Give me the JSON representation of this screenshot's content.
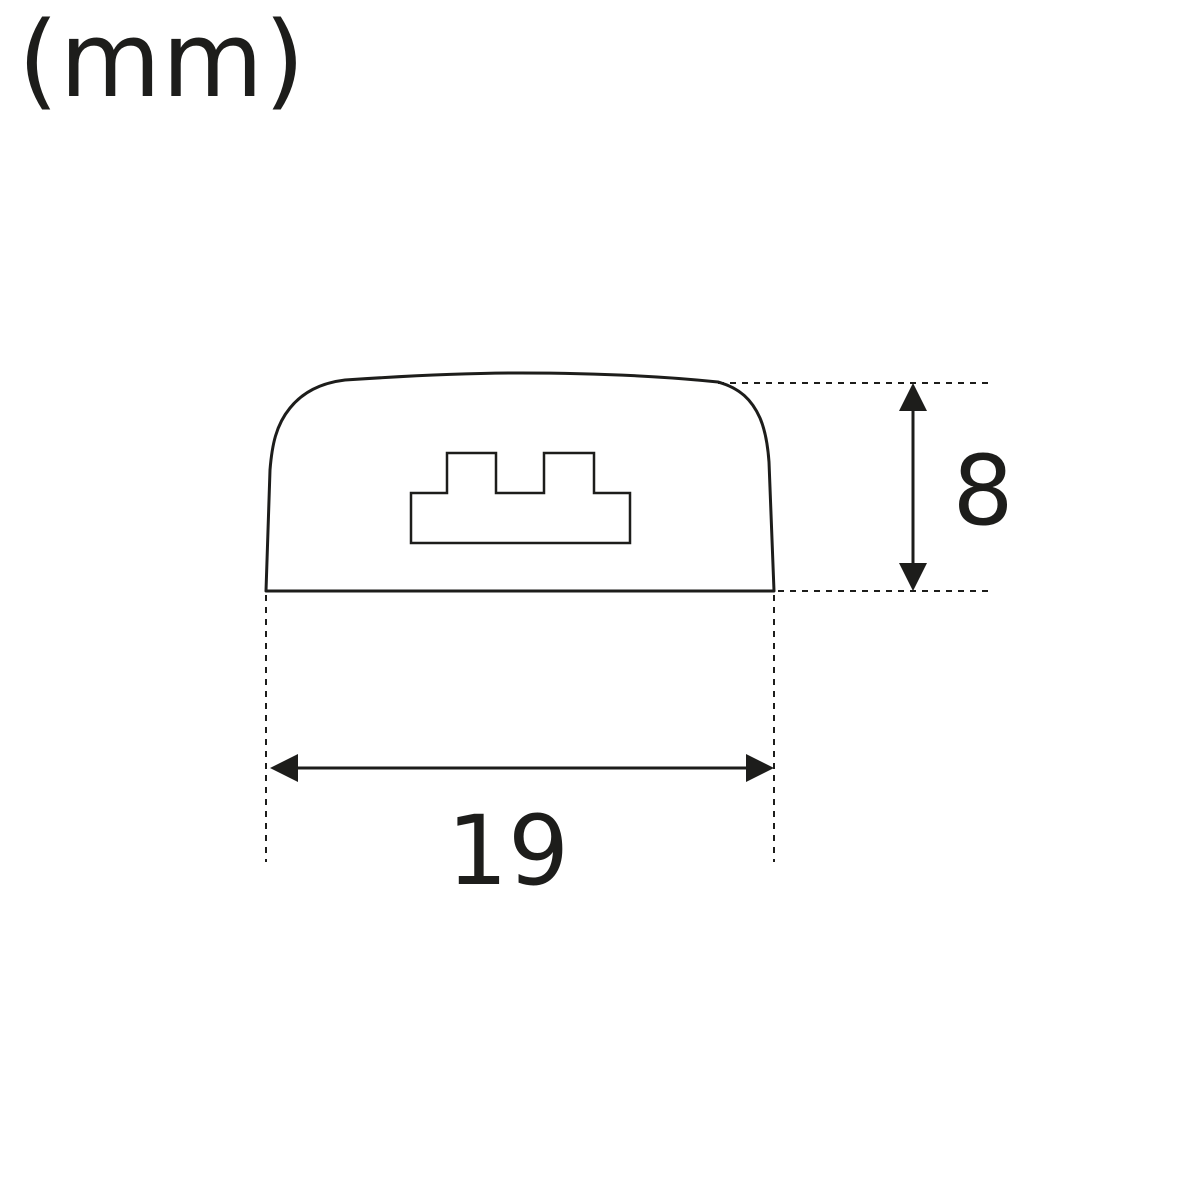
{
  "unit": "(mm)",
  "dimensions": {
    "height_label": "8",
    "width_label": "19"
  },
  "colors": {
    "line": "#1d1d1b",
    "background": "#ffffff"
  }
}
